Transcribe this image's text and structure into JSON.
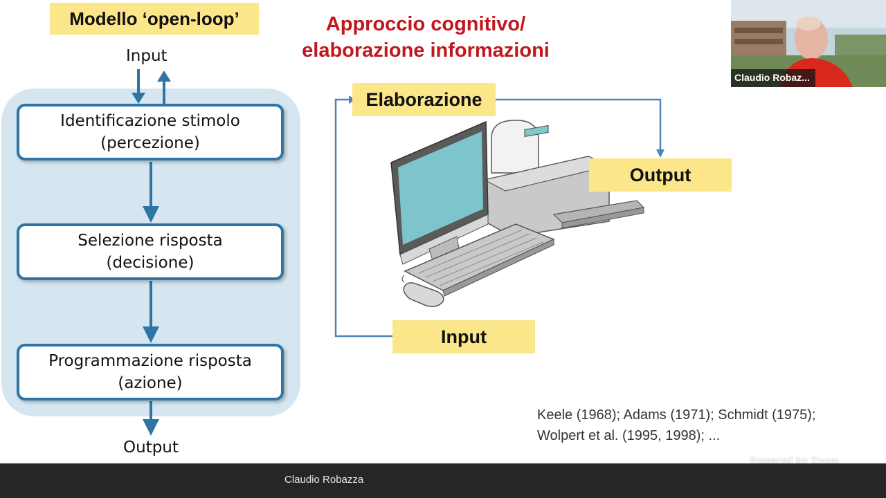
{
  "slide": {
    "badge_title": "Modello ‘open-loop’",
    "title_line1": "Approccio cognitivo/",
    "title_line2": "elaborazione informazioni",
    "flow": {
      "input_label": "Input",
      "output_label": "Output",
      "steps": [
        {
          "line1": "Identificazione stimolo",
          "line2": "(percezione)"
        },
        {
          "line1": "Selezione risposta",
          "line2": "(decisione)"
        },
        {
          "line1": "Programmazione risposta",
          "line2": "(azione)"
        }
      ]
    },
    "computer_diagram": {
      "elaborazione": "Elaborazione",
      "output": "Output",
      "input": "Input"
    },
    "references": {
      "line1": "Keele (1968); Adams (1971); Schmidt (1975);",
      "line2": "Wolpert et al. (1995, 1998); ..."
    },
    "watermark": "Powered by Zoom"
  },
  "webcam": {
    "name": "Claudio Robaz..."
  },
  "bottom_bar": {
    "speaker": "Claudio Robazza"
  },
  "colors": {
    "accent_red": "#c0171d",
    "highlight_yellow": "#fce68a",
    "flow_blue": "#2e75a6",
    "panel_blue": "#d6e6f0"
  }
}
